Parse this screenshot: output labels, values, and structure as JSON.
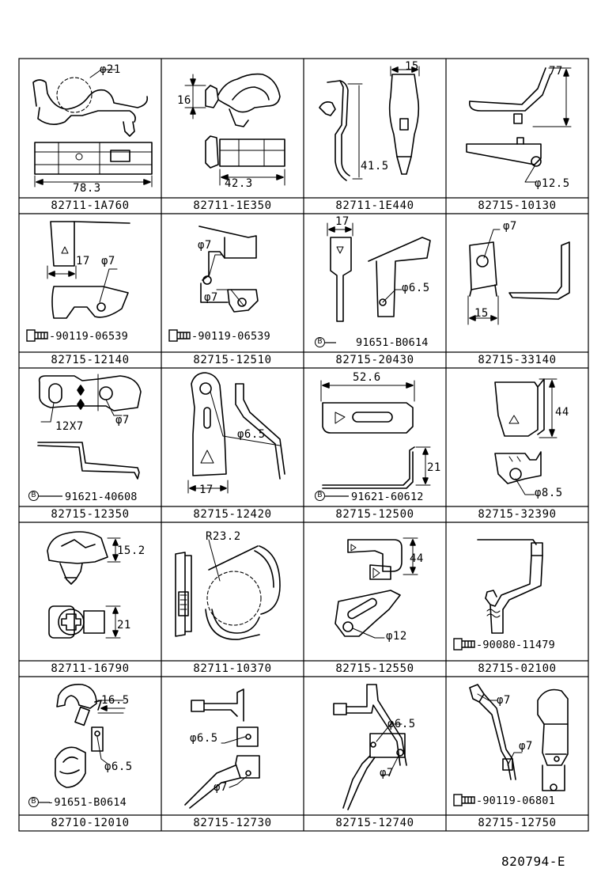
{
  "rows": [
    [
      {
        "part_no": "82711-1A760",
        "dims": [
          "φ21",
          "78.3"
        ]
      },
      {
        "part_no": "82711-1E350",
        "dims": [
          "16",
          "42.3"
        ]
      },
      {
        "part_no": "82711-1E440",
        "dims": [
          "15",
          "41.5"
        ]
      },
      {
        "part_no": "82715-10130",
        "dims": [
          "77",
          "φ12.5"
        ]
      }
    ],
    [
      {
        "part_no": "82715-12140",
        "dims": [
          "17",
          "φ7"
        ],
        "bolt": "-90119-06539"
      },
      {
        "part_no": "82715-12510",
        "dims": [
          "φ7",
          "φ7"
        ],
        "bolt": "-90119-06539"
      },
      {
        "part_no": "82715-20430",
        "dims": [
          "17",
          "φ6.5"
        ],
        "bolt": "91651-B0614"
      },
      {
        "part_no": "82715-33140",
        "dims": [
          "φ7",
          "15"
        ]
      }
    ],
    [
      {
        "part_no": "82715-12350",
        "dims": [
          "12X7",
          "φ7"
        ],
        "bolt": "91621-40608"
      },
      {
        "part_no": "82715-12420",
        "dims": [
          "φ6.5",
          "17"
        ]
      },
      {
        "part_no": "82715-12500",
        "dims": [
          "52.6",
          "21"
        ],
        "bolt": "91621-60612"
      },
      {
        "part_no": "82715-32390",
        "dims": [
          "44",
          "φ8.5"
        ]
      }
    ],
    [
      {
        "part_no": "82711-16790",
        "dims": [
          "15.2",
          "21"
        ]
      },
      {
        "part_no": "82711-10370",
        "dims": [
          "R23.2"
        ]
      },
      {
        "part_no": "82715-12550",
        "dims": [
          "44",
          "φ12"
        ]
      },
      {
        "part_no": "82715-02100",
        "bolt": "-90080-11479"
      }
    ],
    [
      {
        "part_no": "82710-12010",
        "dims": [
          "16.5",
          "φ6.5"
        ],
        "bolt": "-91651-B0614"
      },
      {
        "part_no": "82715-12730",
        "dims": [
          "φ6.5",
          "φ7"
        ]
      },
      {
        "part_no": "82715-12740",
        "dims": [
          "φ6.5",
          "φ7"
        ]
      },
      {
        "part_no": "82715-12750",
        "dims": [
          "φ7",
          "φ7"
        ],
        "bolt": "-90119-06801"
      }
    ]
  ],
  "bolt_marker": "B",
  "footer_code": "820794-E"
}
